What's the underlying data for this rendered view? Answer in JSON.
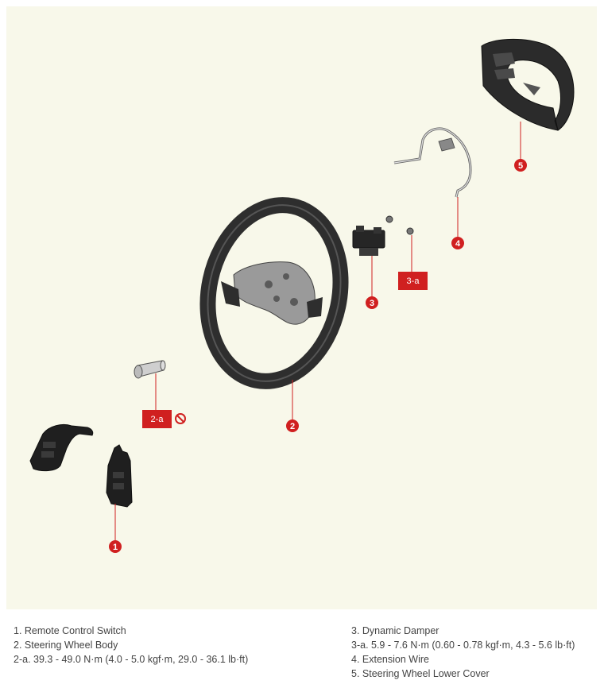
{
  "colors": {
    "panel_bg": "#f8f8ea",
    "callout_red": "#d02020",
    "legend_text": "#444444"
  },
  "callouts": {
    "c1": "1",
    "c2": "2",
    "c2a": "2-a",
    "c3": "3",
    "c3a": "3-a",
    "c4": "4",
    "c5": "5"
  },
  "icons": {
    "no_reuse": "no-reuse-icon"
  },
  "legend": {
    "left": [
      "1. Remote Control Switch",
      "2. Steering Wheel Body",
      "2-a. 39.3 - 49.0 N·m (4.0 - 5.0 kgf·m, 29.0 - 36.1 lb·ft)"
    ],
    "right": [
      "3. Dynamic Damper",
      "3-a. 5.9 - 7.6 N·m (0.60 - 0.78 kgf·m, 4.3 - 5.6 lb·ft)",
      "4. Extension Wire",
      "5. Steering Wheel Lower Cover"
    ]
  }
}
